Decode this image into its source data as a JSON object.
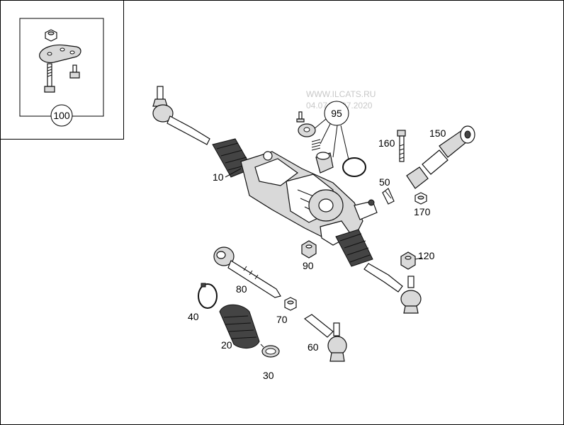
{
  "watermark": {
    "line1": "WWW.ILCATS.RU",
    "line2": "04.07.03.07.2020"
  },
  "inset": {
    "callout": "100"
  },
  "callouts": {
    "c95": "95",
    "c10": "10",
    "c160": "160",
    "c150": "150",
    "c50": "50",
    "c170": "170",
    "c90": "90",
    "c120": "120",
    "c80": "80",
    "c40": "40",
    "c70": "70",
    "c20": "20",
    "c60": "60",
    "c30": "30"
  }
}
